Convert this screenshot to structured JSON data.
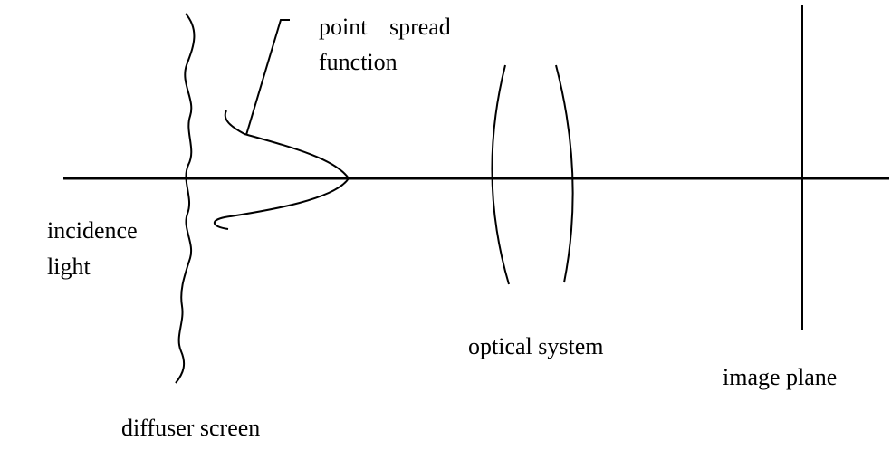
{
  "labels": {
    "psf_line1": "point spread",
    "psf_line2": "function",
    "incidence_line1": "incidence",
    "incidence_line2": "light",
    "optical_system": "optical system",
    "image_plane": "image plane",
    "diffuser_screen": "diffuser screen"
  },
  "colors": {
    "ink": "#000000",
    "background": "#ffffff"
  }
}
